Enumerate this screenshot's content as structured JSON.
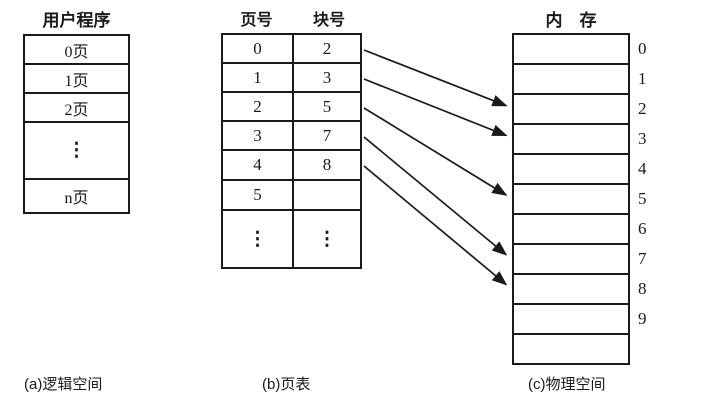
{
  "colors": {
    "ink": "#1a1a1a",
    "background": "#ffffff"
  },
  "logical_space": {
    "title": "用户程序",
    "cells": [
      "0页",
      "1页",
      "2页",
      "⋮",
      "n页"
    ],
    "caption": "(a)逻辑空间"
  },
  "page_table": {
    "page_header": "页号",
    "block_header": "块号",
    "rows": [
      {
        "page": "0",
        "block": "2"
      },
      {
        "page": "1",
        "block": "3"
      },
      {
        "page": "2",
        "block": "5"
      },
      {
        "page": "3",
        "block": "7"
      },
      {
        "page": "4",
        "block": "8"
      },
      {
        "page": "5",
        "block": ""
      },
      {
        "page": "⋮",
        "block": "⋮"
      }
    ],
    "caption": "(b)页表"
  },
  "memory": {
    "title": "内　存",
    "row_labels": [
      "0",
      "1",
      "2",
      "3",
      "4",
      "5",
      "6",
      "7",
      "8",
      "9",
      ""
    ],
    "caption": "(c)物理空间"
  },
  "mappings": [
    {
      "page": 0,
      "block": 2
    },
    {
      "page": 1,
      "block": 3
    },
    {
      "page": 2,
      "block": 5
    },
    {
      "page": 3,
      "block": 7
    },
    {
      "page": 4,
      "block": 8
    }
  ]
}
